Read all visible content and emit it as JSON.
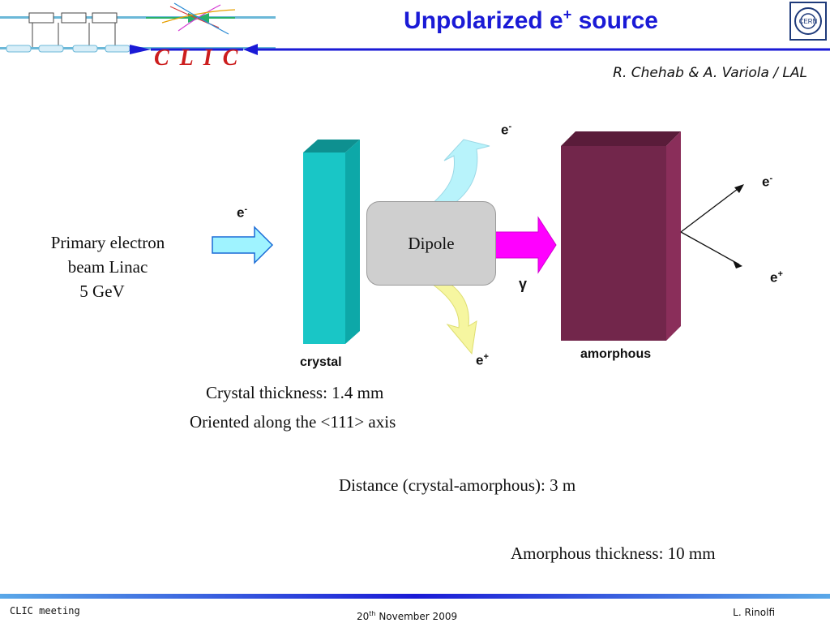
{
  "slide": {
    "title_main": "Unpolarized e",
    "title_sup": "+",
    "title_end": " source",
    "authors": "R. Chehab & A. Variola / LAL",
    "logo_text": "C L I C",
    "cern_logo_text": "CERN"
  },
  "diagram": {
    "primary_line1": "Primary electron",
    "primary_line2": "beam Linac",
    "primary_energy": "5 GeV",
    "incoming_particle": "e",
    "incoming_particle_sup": "-",
    "crystal_label": "crystal",
    "dipole_label": "Dipole",
    "deflected_electron": "e",
    "deflected_electron_sup": "-",
    "deflected_positron": "e",
    "deflected_positron_sup": "+",
    "gamma_label": "γ",
    "amorphous_label": "amorphous",
    "out_electron": "e",
    "out_electron_sup": "-",
    "out_positron": "e",
    "out_positron_sup": "+",
    "crystal_thickness": "Crystal thickness: 1.4 mm",
    "crystal_orientation": "Oriented along the <111> axis",
    "distance": "Distance (crystal-amorphous): 3 m",
    "amorphous_thickness": "Amorphous  thickness: 10 mm"
  },
  "footer": {
    "meeting": "CLIC  meeting",
    "date_day": "20",
    "date_sup": "th",
    "date_rest": " November 2009",
    "presenter": "L. Rinolfi"
  },
  "colors": {
    "title": "#1a1ad6",
    "crystal_front": "#19c6c6",
    "crystal_side": "#0da8a8",
    "crystal_top": "#0e9090",
    "amorphous_front": "#72264b",
    "amorphous_side": "#8a2e5a",
    "amorphous_top": "#5a1c3a",
    "gamma_arrow": "#ff00ff",
    "beam_arrow": "#9ff3ff",
    "positron_arrow": "#f6f6a0",
    "electron_arrow": "#b8f3fb"
  }
}
